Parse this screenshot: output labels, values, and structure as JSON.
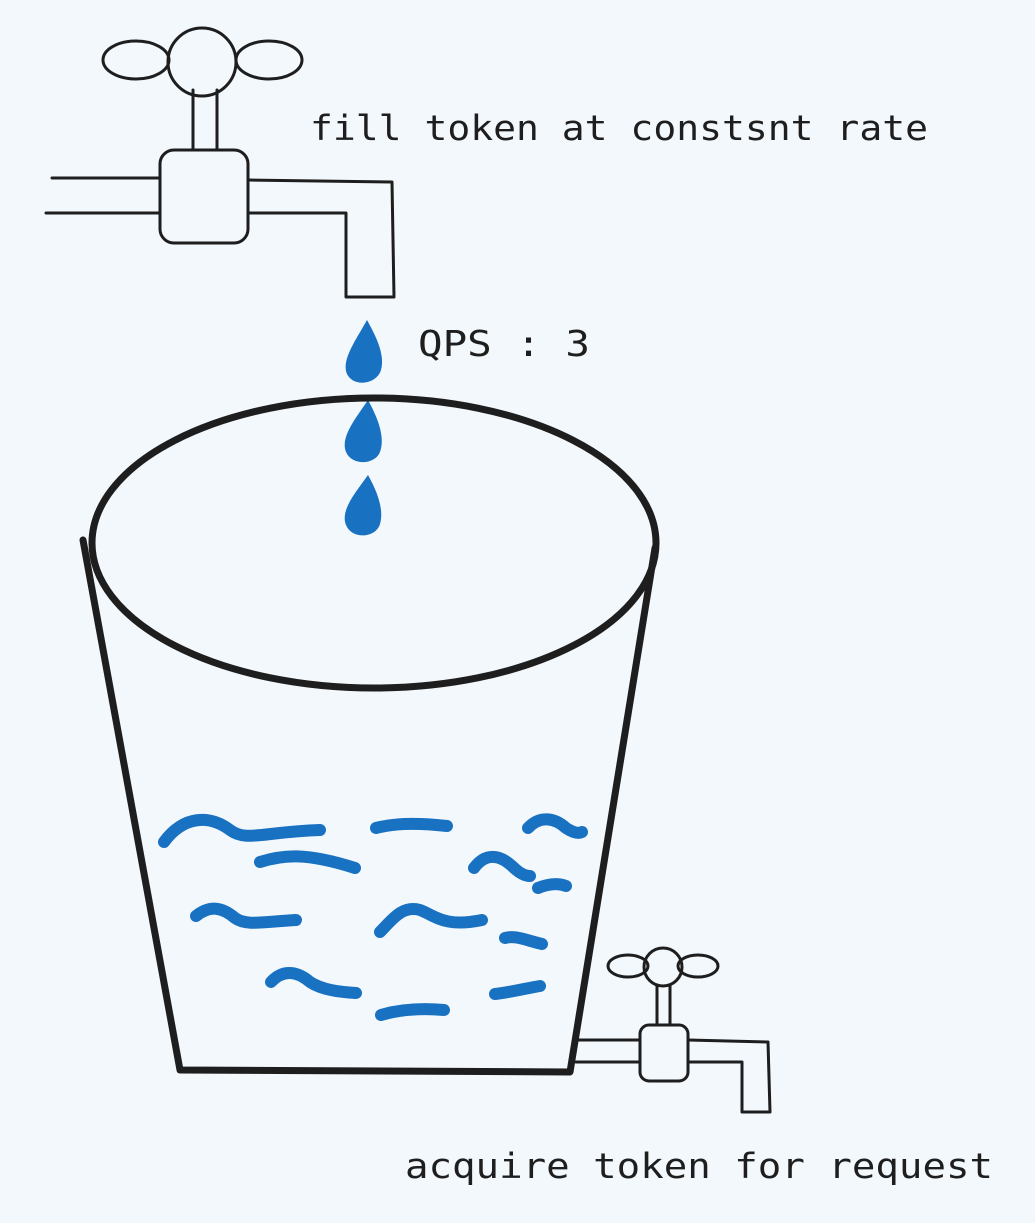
{
  "labels": {
    "fill": "fill token at constsnt rate",
    "qps": "QPS : 3",
    "acquire": "acquire token for request"
  },
  "colors": {
    "background": "#f3f8fc",
    "stroke": "#1e1e1e",
    "water": "#1971c2",
    "faucet_fill": "#ffffff"
  },
  "icons": {
    "top_faucet": "faucet-icon",
    "bottom_faucet": "faucet-icon",
    "drops": "water-drop-icon",
    "bucket": "bucket-icon",
    "waves": "water-wave-icon"
  }
}
